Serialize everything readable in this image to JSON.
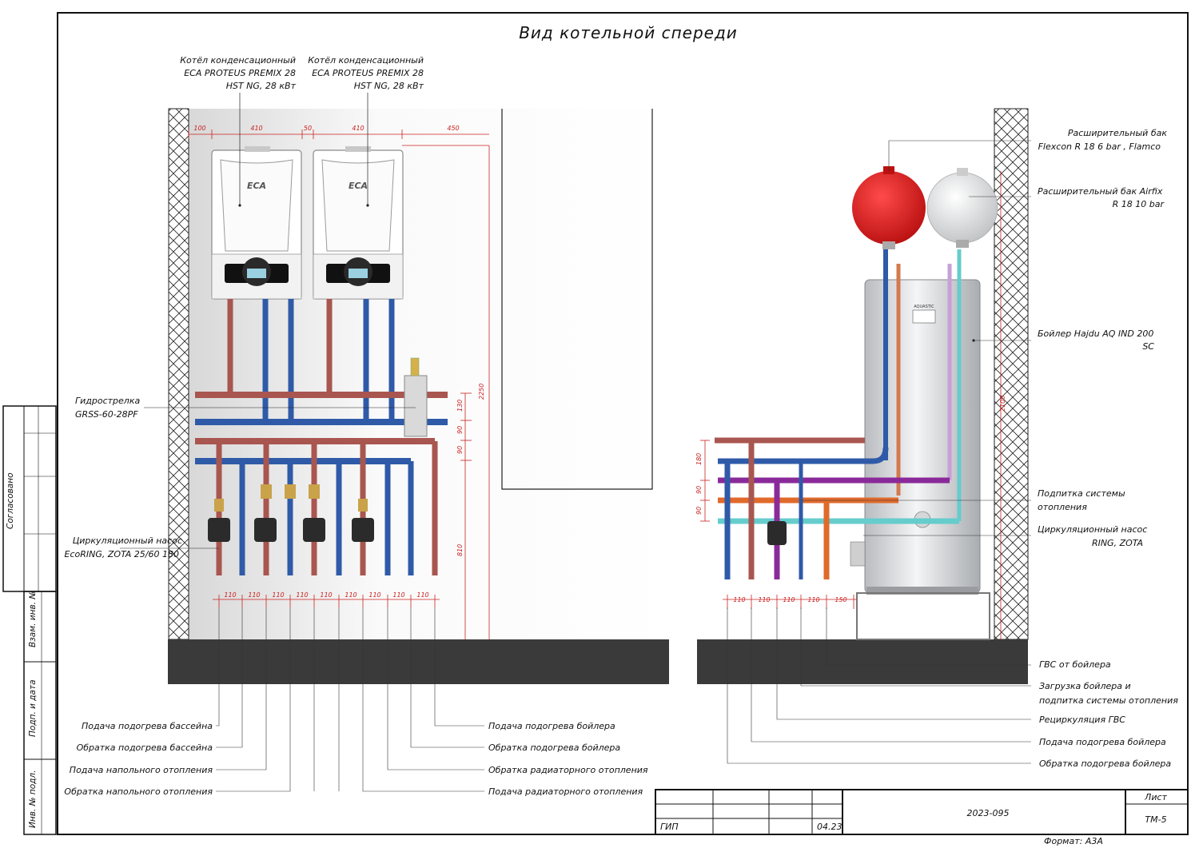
{
  "title": "Вид котельной спереди",
  "boilers": {
    "left_label": [
      "Котёл конденсационный",
      "ECA PROTEUS PREMIX 28",
      "HST NG, 28 кВт"
    ],
    "right_label": [
      "Котёл конденсационный",
      "ECA PROTEUS PREMIX 28",
      "HST NG, 28 кВт"
    ],
    "brand": "ECA"
  },
  "left_labels": {
    "hydro": [
      "Гидрострелка",
      "GRSS-60-28PF"
    ],
    "pump": [
      "Циркуляционный насос",
      "EcoRING, ZOTA 25/60 180"
    ]
  },
  "left_bottom_labels": {
    "pool_supply": "Подача подогрева бассейна",
    "pool_return": "Обратка подогрева бассейна",
    "floor_supply": "Подача напольного отопления",
    "floor_return": "Обратка напольного отопления",
    "boiler_supply": "Подача подогрева бойлера",
    "boiler_return": "Обратка подогрева бойлера",
    "rad_return": "Обратка радиаторного отопления",
    "rad_supply": "Подача радиаторного отопления"
  },
  "right_labels": {
    "exp_tank_red": [
      "Расширительный бак",
      "Flexcon R 18 6 bar , Flamco"
    ],
    "exp_tank_white": [
      "Расширительный бак Airfix",
      "R 18 10 bar"
    ],
    "water_heater": [
      "Бойлер Hajdu AQ IND 200",
      "SC"
    ],
    "makeup": [
      "Подпитка системы",
      "отопления"
    ],
    "pump": [
      "Циркуляционный насос",
      "RING, ZOTA"
    ],
    "dhw": "ГВС от бойлера",
    "load": [
      "Загрузка бойлера и",
      "подпитка системы отопления"
    ],
    "recirc": "Рециркуляция ГВС",
    "supply": "Подача подогрева бойлера",
    "return": "Обратка подогрева бойлера"
  },
  "tank_brand": "AQUASTIC",
  "dims_left_top": [
    "100",
    "410",
    "50",
    "410",
    "450"
  ],
  "dims_left_vert": [
    "2250",
    "130",
    "90",
    "90",
    "810"
  ],
  "dims_left_bottom": [
    "110",
    "110",
    "110",
    "110",
    "110",
    "110",
    "110",
    "110",
    "110"
  ],
  "dims_right_left": [
    "180",
    "90",
    "90"
  ],
  "dims_right_bottom": [
    "110",
    "110",
    "110",
    "110",
    "150"
  ],
  "dims_right_vert": "2100",
  "side_stamp": {
    "agreed": "Согласовано",
    "inv_replace": "Взам. инв. №",
    "sign_date": "Подп. и дата",
    "inv_orig": "Инв. № подл."
  },
  "title_block": {
    "role": "ГИП",
    "date": "04.23",
    "code": "2023-095",
    "sheet_label": "Лист",
    "sheet": "ТМ-5",
    "format": "Формат: А3А"
  },
  "colors": {
    "supply": "#a8564f",
    "return": "#2f5aa8",
    "tank_red": "#d81e1e",
    "dhw": "#e06a2c",
    "recirc": "#8a2a9a",
    "cold": "#66cccc",
    "dim": "#cc2222",
    "floor": "#3a3a3a"
  }
}
